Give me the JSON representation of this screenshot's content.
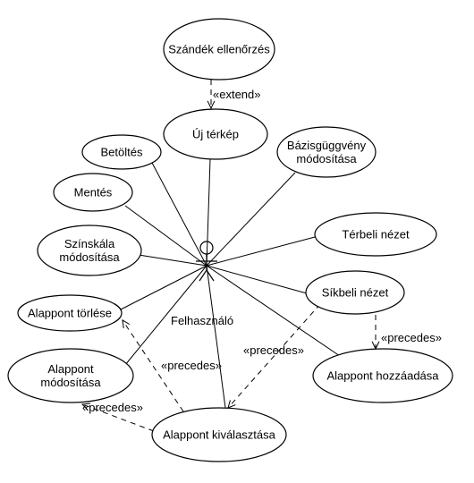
{
  "usecases": [
    {
      "id": "szandek",
      "lines": [
        "Szándék ellenőrzés"
      ]
    },
    {
      "id": "uj_terkep",
      "lines": [
        "Új térkép"
      ]
    },
    {
      "id": "betoltes",
      "lines": [
        "Betöltés"
      ]
    },
    {
      "id": "bazis",
      "lines": [
        "Bázisgüggvény",
        "módosítása"
      ]
    },
    {
      "id": "mentes",
      "lines": [
        "Mentés"
      ]
    },
    {
      "id": "terbeli",
      "lines": [
        "Térbeli nézet"
      ]
    },
    {
      "id": "szinskala",
      "lines": [
        "Színskála",
        "módosítása"
      ]
    },
    {
      "id": "sikbeli",
      "lines": [
        "Síkbeli nézet"
      ]
    },
    {
      "id": "torles",
      "lines": [
        "Alappont törlése"
      ]
    },
    {
      "id": "hozzaadas",
      "lines": [
        "Alappont hozzáadása"
      ]
    },
    {
      "id": "modositas",
      "lines": [
        "Alappont",
        "módosítása"
      ]
    },
    {
      "id": "kivalasztas",
      "lines": [
        "Alappont kiválasztása"
      ]
    }
  ],
  "actor": {
    "label": "Felhasználó"
  },
  "associations": [
    "uj_terkep",
    "betoltes",
    "bazis",
    "mentes",
    "terbeli",
    "szinskala",
    "sikbeli",
    "torles",
    "hozzaadas",
    "modositas",
    "kivalasztas"
  ],
  "dependencies": [
    {
      "from": "szandek",
      "to": "uj_terkep",
      "label": "«extend»"
    },
    {
      "from": "sikbeli",
      "to": "hozzaadas",
      "label": "«precedes»"
    },
    {
      "from": "sikbeli",
      "to": "kivalasztas",
      "label": "«precedes»"
    },
    {
      "from": "kivalasztas",
      "to": "torles",
      "label": "«precedes»"
    },
    {
      "from": "kivalasztas",
      "to": "modositas",
      "label": "«precedes»"
    }
  ]
}
